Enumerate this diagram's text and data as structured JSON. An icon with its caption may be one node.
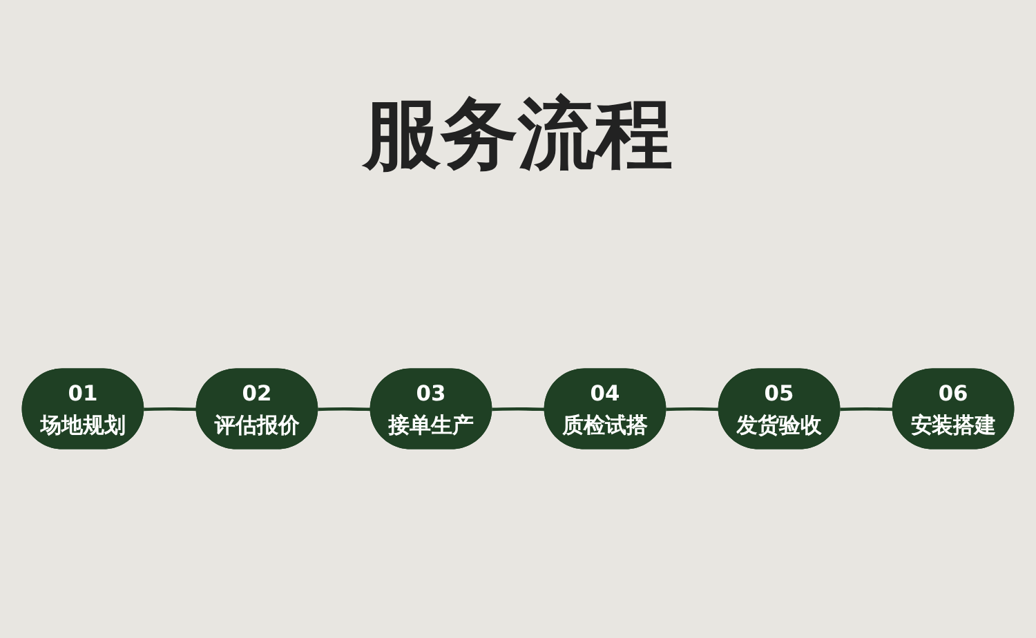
{
  "diagram": {
    "title": "服务流程",
    "nodes": [
      {
        "text": [
          "01",
          "场地规划"
        ]
      },
      {
        "text": [
          "02",
          "评估报价"
        ]
      },
      {
        "text": [
          "03",
          "接单生产"
        ]
      },
      {
        "text": [
          "04",
          "质检试搭"
        ]
      },
      {
        "text": [
          "05",
          "发货验收"
        ]
      },
      {
        "text": [
          "06",
          "安装搭建"
        ]
      }
    ],
    "edges": [
      {
        "from": 0,
        "to": 1,
        "arrow": "none"
      },
      {
        "from": 1,
        "to": 2,
        "arrow": "none"
      },
      {
        "from": 2,
        "to": 3,
        "arrow": "none"
      },
      {
        "from": 3,
        "to": 4,
        "arrow": "none"
      },
      {
        "from": 4,
        "to": 5,
        "arrow": "none"
      }
    ]
  }
}
